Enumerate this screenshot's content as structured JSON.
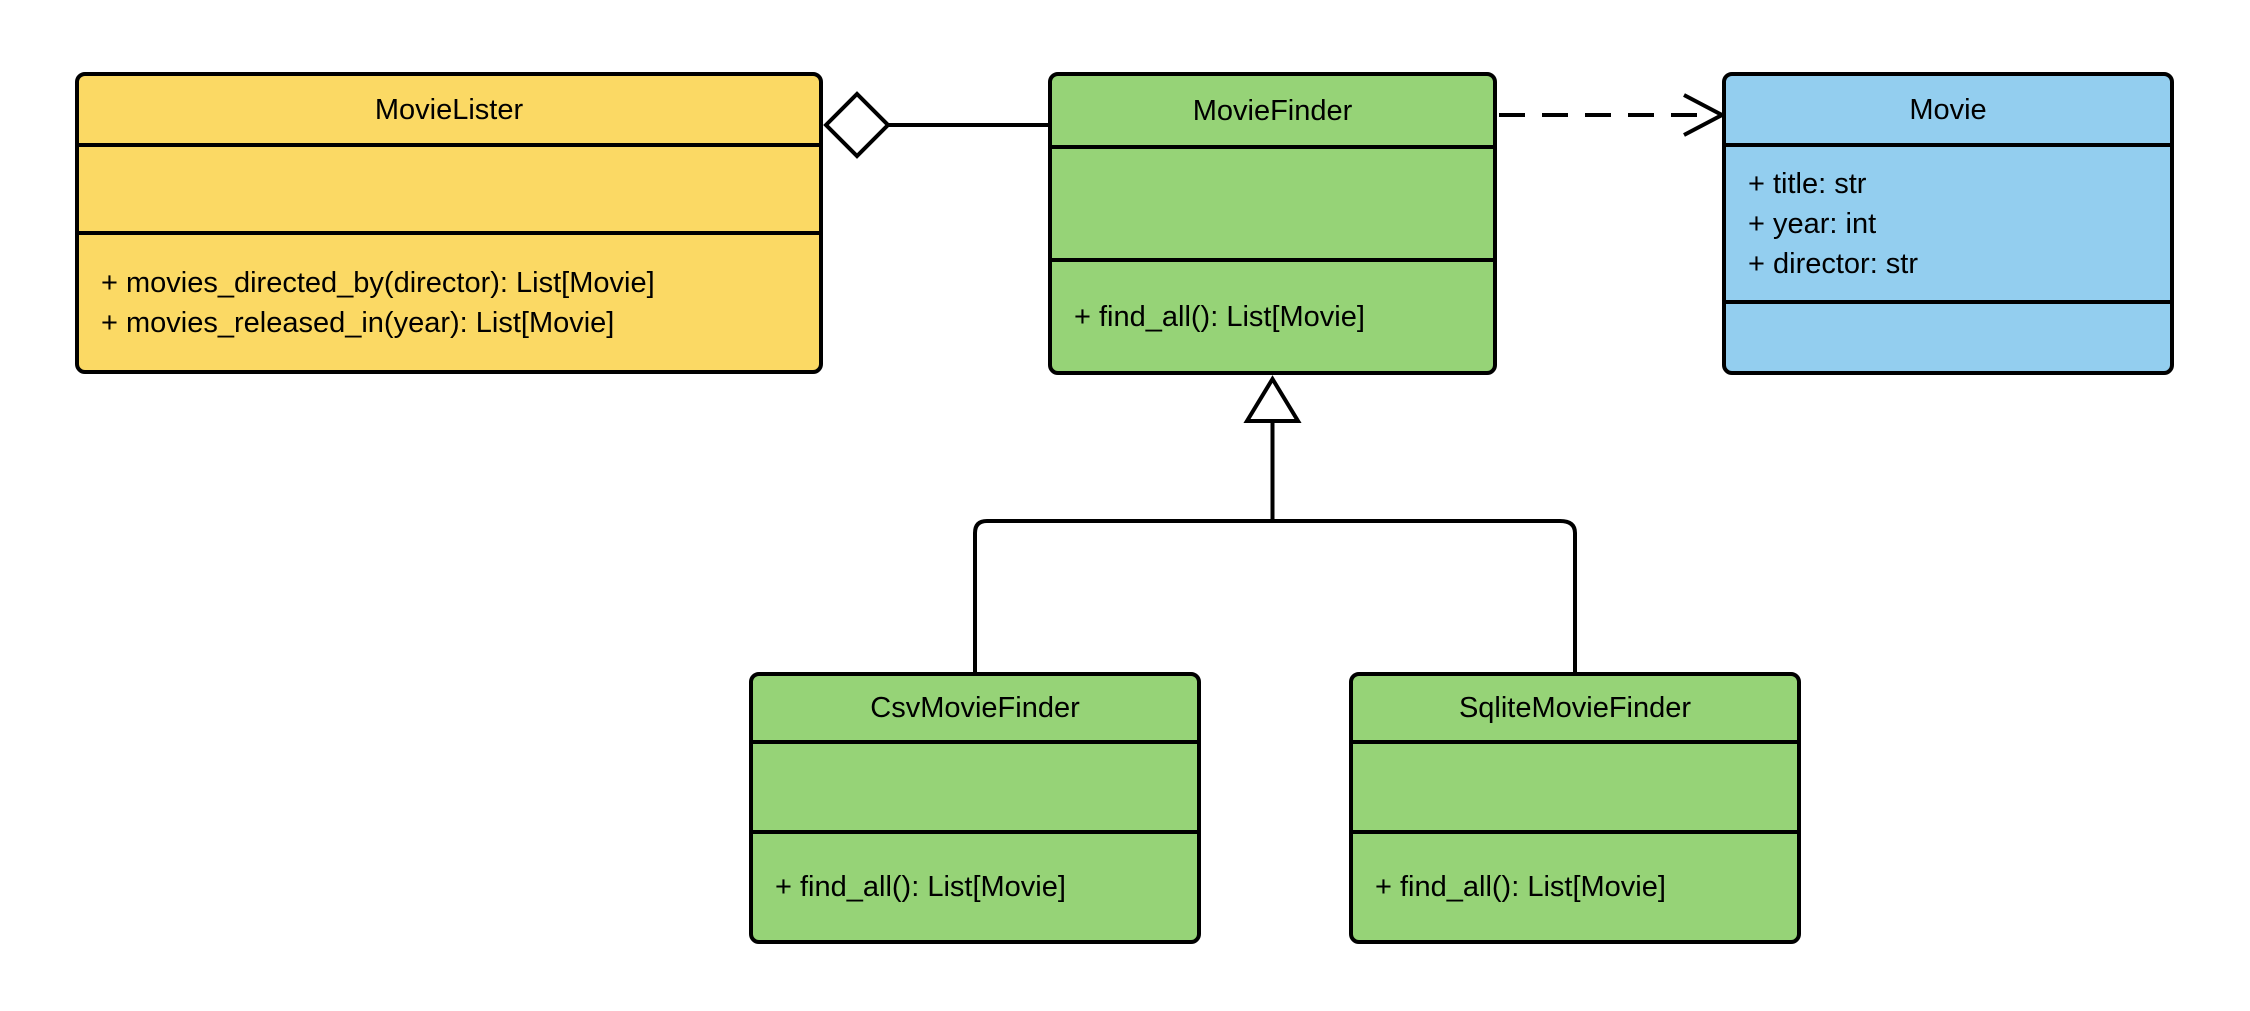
{
  "diagram": {
    "kind": "uml-class-diagram",
    "background_color": "#ffffff",
    "stroke_color": "#000000",
    "classes": [
      {
        "name": "MovieLister",
        "fill": "#FBD964",
        "attributes": [],
        "methods": [
          "+ movies_directed_by(director): List[Movie]",
          "+ movies_released_in(year): List[Movie]"
        ]
      },
      {
        "name": "MovieFinder",
        "fill": "#96D377",
        "attributes": [],
        "methods": [
          "+ find_all(): List[Movie]"
        ]
      },
      {
        "name": "Movie",
        "fill": "#93CEEF",
        "attributes": [
          "+ title: str",
          "+ year: int",
          "+ director: str"
        ],
        "methods": []
      },
      {
        "name": "CsvMovieFinder",
        "fill": "#96D377",
        "attributes": [],
        "methods": [
          "+ find_all(): List[Movie]"
        ]
      },
      {
        "name": "SqliteMovieFinder",
        "fill": "#96D377",
        "attributes": [],
        "methods": [
          "+ find_all(): List[Movie]"
        ]
      }
    ],
    "relationships": [
      {
        "type": "aggregation",
        "from": "MovieLister",
        "to": "MovieFinder",
        "marker": "hollow-diamond-at-MovieLister",
        "line_style": "solid"
      },
      {
        "type": "dependency",
        "from": "MovieFinder",
        "to": "Movie",
        "marker": "open-arrow-at-Movie",
        "line_style": "dashed"
      },
      {
        "type": "generalization",
        "from": "CsvMovieFinder",
        "to": "MovieFinder",
        "marker": "hollow-triangle-at-MovieFinder",
        "line_style": "solid"
      },
      {
        "type": "generalization",
        "from": "SqliteMovieFinder",
        "to": "MovieFinder",
        "marker": "hollow-triangle-at-MovieFinder",
        "line_style": "solid"
      }
    ]
  }
}
